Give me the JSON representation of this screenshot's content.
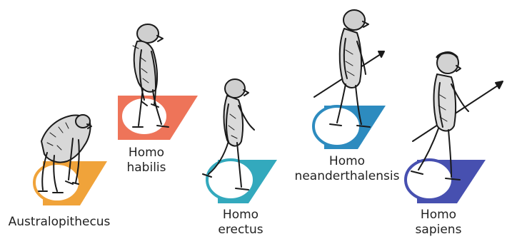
{
  "stages": [
    {
      "id": "australopithecus",
      "name_lines": [
        "Australopithecus"
      ],
      "color": "#f0a33a"
    },
    {
      "id": "homo-habilis",
      "name_lines": [
        "Homo",
        "habilis"
      ],
      "color": "#ee7459"
    },
    {
      "id": "homo-erectus",
      "name_lines": [
        "Homo",
        "erectus"
      ],
      "color": "#33a9bd"
    },
    {
      "id": "homo-neanderthalensis",
      "name_lines": [
        "Homo",
        "neanderthalensis"
      ],
      "color": "#2d8bbf"
    },
    {
      "id": "homo-sapiens",
      "name_lines": [
        "Homo",
        "sapiens"
      ],
      "color": "#4750b0"
    }
  ]
}
